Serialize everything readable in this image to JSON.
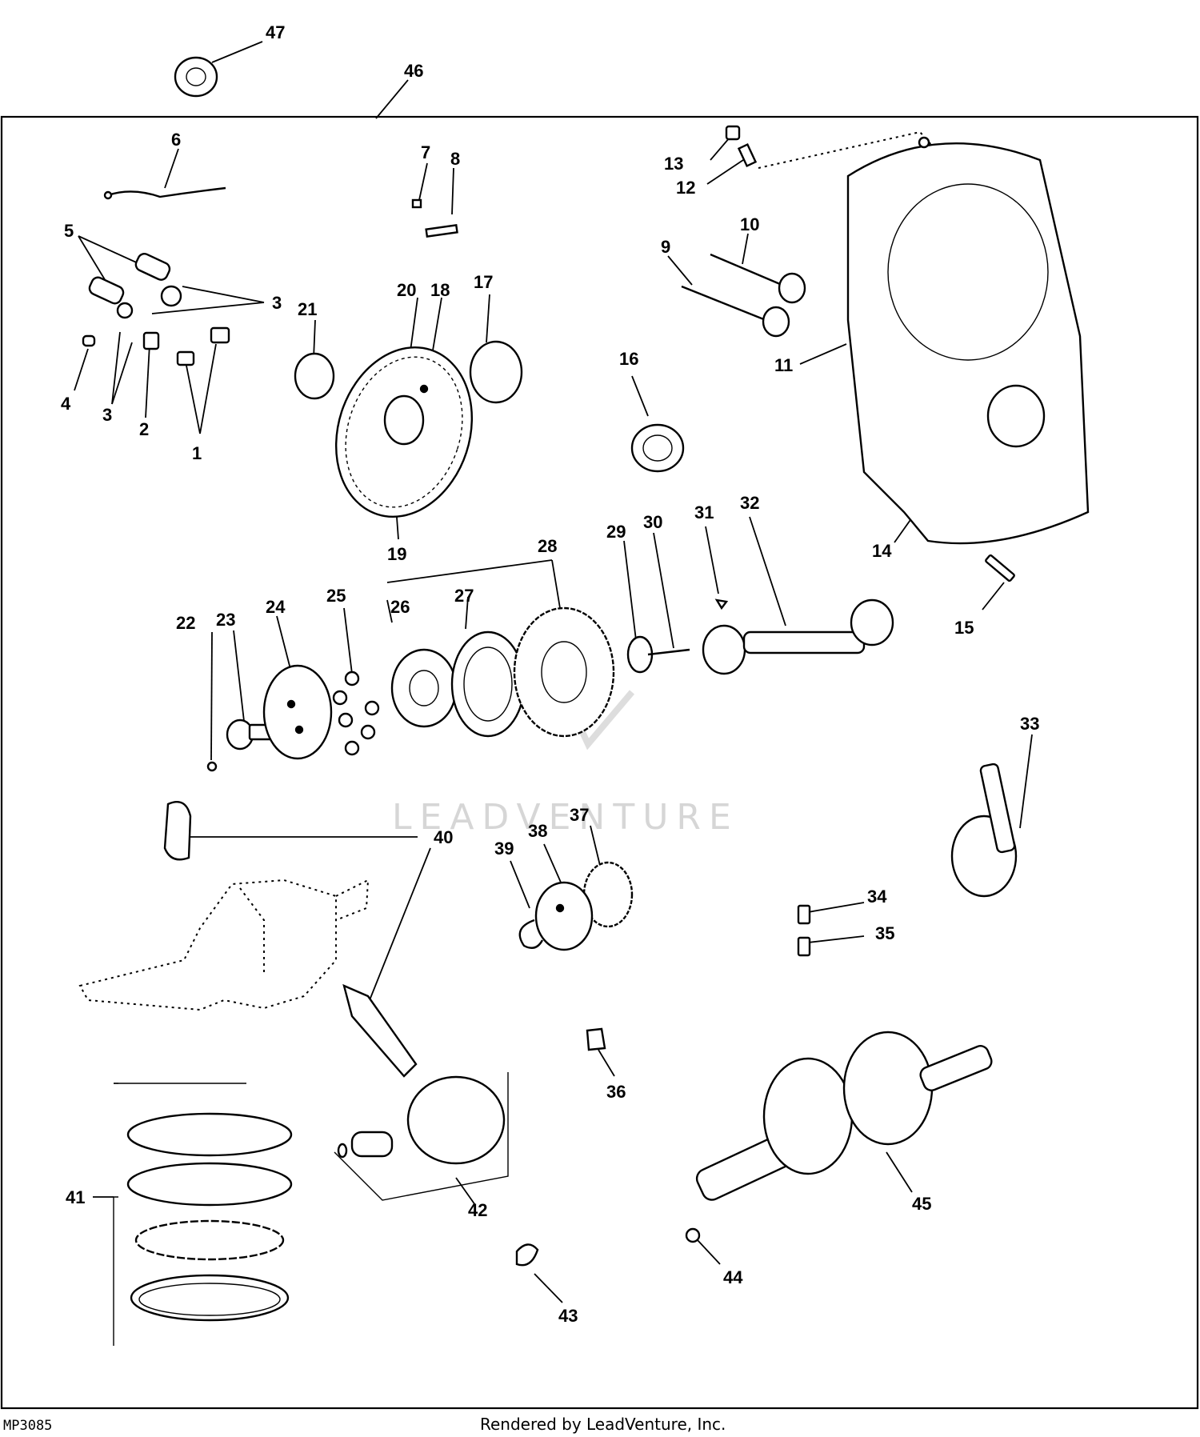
{
  "labels": [
    {
      "id": "1",
      "text": "1"
    },
    {
      "id": "2",
      "text": "2"
    },
    {
      "id": "3a",
      "text": "3"
    },
    {
      "id": "3b",
      "text": "3"
    },
    {
      "id": "4",
      "text": "4"
    },
    {
      "id": "5",
      "text": "5"
    },
    {
      "id": "6",
      "text": "6"
    },
    {
      "id": "7",
      "text": "7"
    },
    {
      "id": "8",
      "text": "8"
    },
    {
      "id": "9",
      "text": "9"
    },
    {
      "id": "10",
      "text": "10"
    },
    {
      "id": "11",
      "text": "11"
    },
    {
      "id": "12",
      "text": "12"
    },
    {
      "id": "13",
      "text": "13"
    },
    {
      "id": "14",
      "text": "14"
    },
    {
      "id": "15",
      "text": "15"
    },
    {
      "id": "16",
      "text": "16"
    },
    {
      "id": "17",
      "text": "17"
    },
    {
      "id": "18",
      "text": "18"
    },
    {
      "id": "19",
      "text": "19"
    },
    {
      "id": "20",
      "text": "20"
    },
    {
      "id": "21",
      "text": "21"
    },
    {
      "id": "22",
      "text": "22"
    },
    {
      "id": "23",
      "text": "23"
    },
    {
      "id": "24",
      "text": "24"
    },
    {
      "id": "25",
      "text": "25"
    },
    {
      "id": "26",
      "text": "26"
    },
    {
      "id": "27",
      "text": "27"
    },
    {
      "id": "28",
      "text": "28"
    },
    {
      "id": "29",
      "text": "29"
    },
    {
      "id": "30",
      "text": "30"
    },
    {
      "id": "31",
      "text": "31"
    },
    {
      "id": "32",
      "text": "32"
    },
    {
      "id": "33",
      "text": "33"
    },
    {
      "id": "34",
      "text": "34"
    },
    {
      "id": "35",
      "text": "35"
    },
    {
      "id": "36",
      "text": "36"
    },
    {
      "id": "37",
      "text": "37"
    },
    {
      "id": "38",
      "text": "38"
    },
    {
      "id": "39",
      "text": "39"
    },
    {
      "id": "40",
      "text": "40"
    },
    {
      "id": "41",
      "text": "41"
    },
    {
      "id": "42",
      "text": "42"
    },
    {
      "id": "43",
      "text": "43"
    },
    {
      "id": "44",
      "text": "44"
    },
    {
      "id": "45",
      "text": "45"
    },
    {
      "id": "46",
      "text": "46"
    },
    {
      "id": "47",
      "text": "47"
    }
  ],
  "watermark": "LEADVENTURE",
  "footer": {
    "code": "MP3085",
    "credit": "Rendered by LeadVenture, Inc."
  }
}
